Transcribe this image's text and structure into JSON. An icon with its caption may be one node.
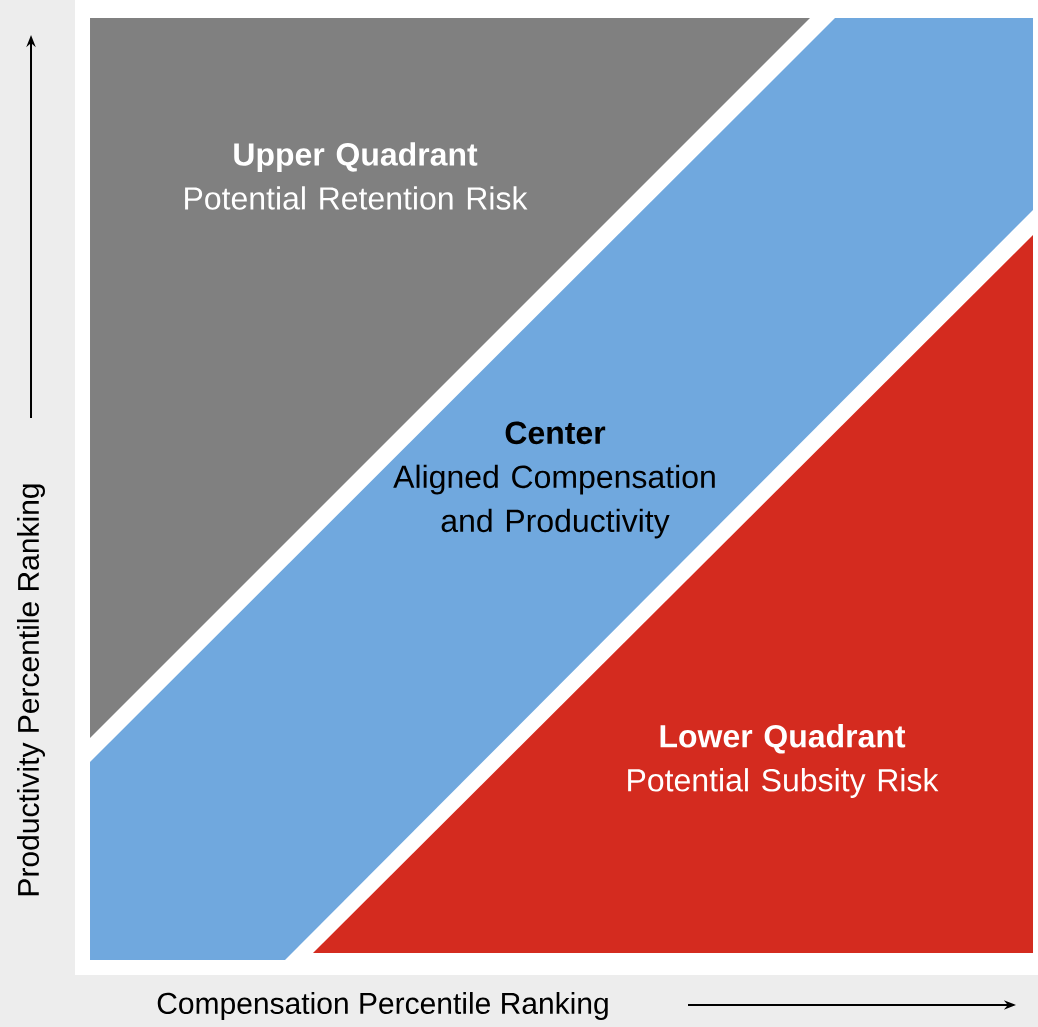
{
  "diagram": {
    "nodes": [
      {
        "text": [
          "Upper Quadrant",
          "Potential Retention Risk"
        ]
      },
      {
        "text": [
          "Center",
          "Aligned Compensation and Productivity"
        ]
      },
      {
        "text": [
          "Lower Quadrant",
          "Potential Subsity Risk"
        ]
      }
    ],
    "labels": [
      "Productivity Percentile Ranking",
      "Compensation Percentile Ranking"
    ]
  }
}
